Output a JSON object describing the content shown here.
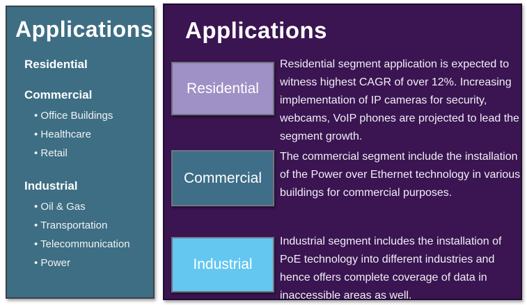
{
  "left_panel": {
    "title": "Applications",
    "groups": [
      {
        "label": "Residential",
        "items": []
      },
      {
        "label": "Commercial",
        "items": [
          "Office Buildings",
          "Healthcare",
          "Retail"
        ]
      },
      {
        "label": "Industrial",
        "items": [
          "Oil & Gas",
          "Transportation",
          "Telecommunication",
          "Power"
        ]
      }
    ]
  },
  "right_panel": {
    "title": "Applications",
    "rows": [
      {
        "label": "Residential",
        "box_color": "#9F90C6",
        "description": "Residential segment application is expected to witness highest CAGR of over 12%. Increasing implementation of IP cameras for security, webcams, VoIP phones are projected to lead the segment growth."
      },
      {
        "label": "Commercial",
        "box_color": "#3E6E88",
        "description": "The commercial segment include the installation of the Power over Ethernet technology in various buildings for commercial purposes."
      },
      {
        "label": "Industrial",
        "box_color": "#63C7F0",
        "description": "Industrial segment includes the installation of PoE technology into different industries and hence offers complete coverage of data in inaccessible areas as well."
      }
    ]
  },
  "colors": {
    "left_panel_bg": "#3D6E84",
    "right_panel_bg": "#3A1551",
    "residential_box": "#9F90C6",
    "commercial_box": "#3E6E88",
    "industrial_box": "#63C7F0",
    "text": "#FFFFFF"
  }
}
